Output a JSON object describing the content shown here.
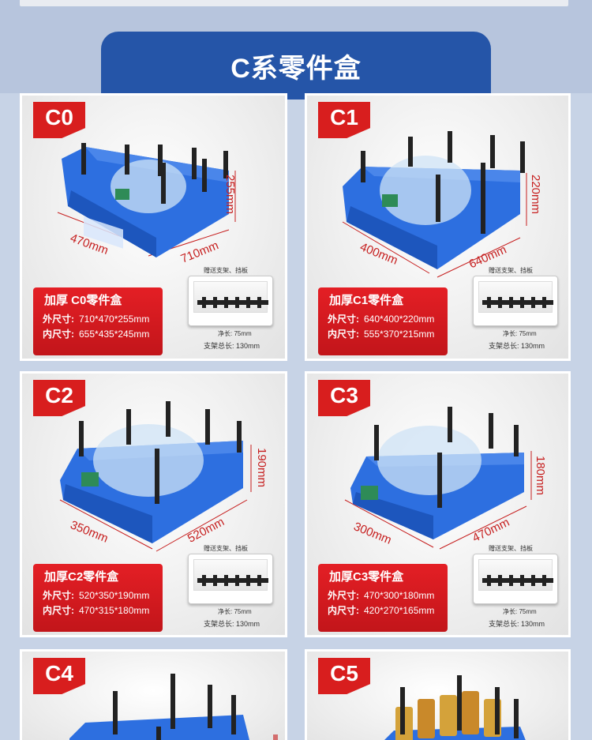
{
  "page": {
    "title": "C系零件盒",
    "colors": {
      "header_blue": "#2555a8",
      "label_red": "#d81e1e",
      "bin_blue": "#2d6fe0"
    }
  },
  "products": [
    {
      "code": "C0",
      "dims": {
        "length": "710mm",
        "width": "470mm",
        "height": "255mm"
      },
      "info_title": "加厚 C0零件盒",
      "outer_label": "外尺寸:",
      "outer_value": "710*470*255mm",
      "inner_label": "内尺寸:",
      "inner_value": "655*435*245mm",
      "acc_top": "赠送支架、挡板",
      "acc_net": "净长: 75mm",
      "acc_total": "支架总长:  130mm"
    },
    {
      "code": "C1",
      "dims": {
        "length": "640mm",
        "width": "400mm",
        "height": "220mm"
      },
      "info_title": "加厚C1零件盒",
      "outer_label": "外尺寸:",
      "outer_value": "640*400*220mm",
      "inner_label": "内尺寸:",
      "inner_value": "555*370*215mm",
      "acc_top": "赠送支架、挡板",
      "acc_net": "净长: 75mm",
      "acc_total": "支架总长:  130mm"
    },
    {
      "code": "C2",
      "dims": {
        "length": "520mm",
        "width": "350mm",
        "height": "190mm"
      },
      "info_title": "加厚C2零件盒",
      "outer_label": "外尺寸:",
      "outer_value": "520*350*190mm",
      "inner_label": "内尺寸:",
      "inner_value": "470*315*180mm",
      "acc_top": "赠送支架、挡板",
      "acc_net": "净长: 75mm",
      "acc_total": "支架总长:  130mm"
    },
    {
      "code": "C3",
      "dims": {
        "length": "470mm",
        "width": "300mm",
        "height": "180mm"
      },
      "info_title": "加厚C3零件盒",
      "outer_label": "外尺寸:",
      "outer_value": "470*300*180mm",
      "inner_label": "内尺寸:",
      "inner_value": "420*270*165mm",
      "acc_top": "赠送支架、挡板",
      "acc_net": "净长: 75mm",
      "acc_total": "支架总长:  130mm"
    },
    {
      "code": "C4"
    },
    {
      "code": "C5"
    }
  ]
}
